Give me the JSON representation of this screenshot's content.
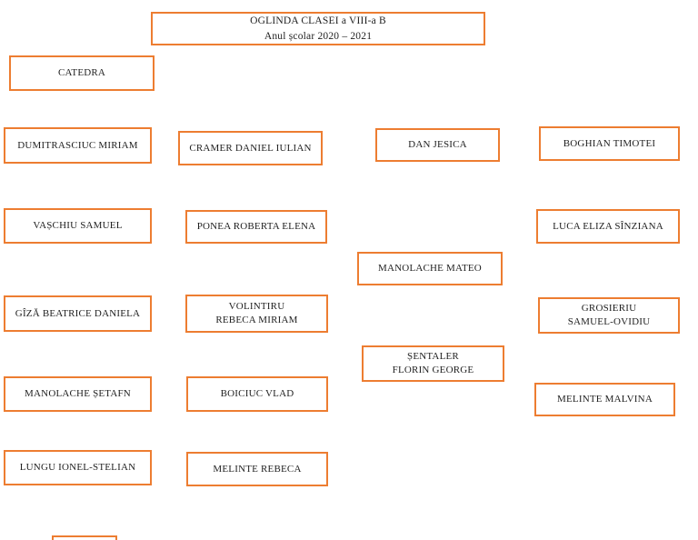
{
  "page": {
    "accent_color": "#ED7D31",
    "background": "#ffffff",
    "text_color": "#1f1f1f"
  },
  "title": {
    "line1": "OGLINDA CLASEI a VIII-a B",
    "line2": "Anul școlar 2020 – 2021"
  },
  "teacher_desk": {
    "label": "CATEDRA"
  },
  "seats": [
    {
      "name": "DUMITRASCIUC MIRIAM"
    },
    {
      "name": "VAȘCHIU SAMUEL"
    },
    {
      "name": "GÎZĂ BEATRICE DANIELA"
    },
    {
      "name": "MANOLACHE ȘETAFN"
    },
    {
      "name": "LUNGU IONEL-STELIAN"
    },
    {
      "name": "CRAMER DANIEL IULIAN"
    },
    {
      "name": "PONEA ROBERTA ELENA"
    },
    {
      "name": "VOLINTIRU\nREBECA MIRIAM"
    },
    {
      "name": "BOICIUC VLAD"
    },
    {
      "name": "MELINTE REBECA"
    },
    {
      "name": "DAN JESICA"
    },
    {
      "name": "MANOLACHE MATEO"
    },
    {
      "name": "ȘENTALER\nFLORIN GEORGE"
    },
    {
      "name": "BOGHIAN TIMOTEI"
    },
    {
      "name": "LUCA ELIZA SÎNZIANA"
    },
    {
      "name": "GROSIERIU\nSAMUEL-OVIDIU"
    },
    {
      "name": "MELINTE MALVINA"
    }
  ]
}
